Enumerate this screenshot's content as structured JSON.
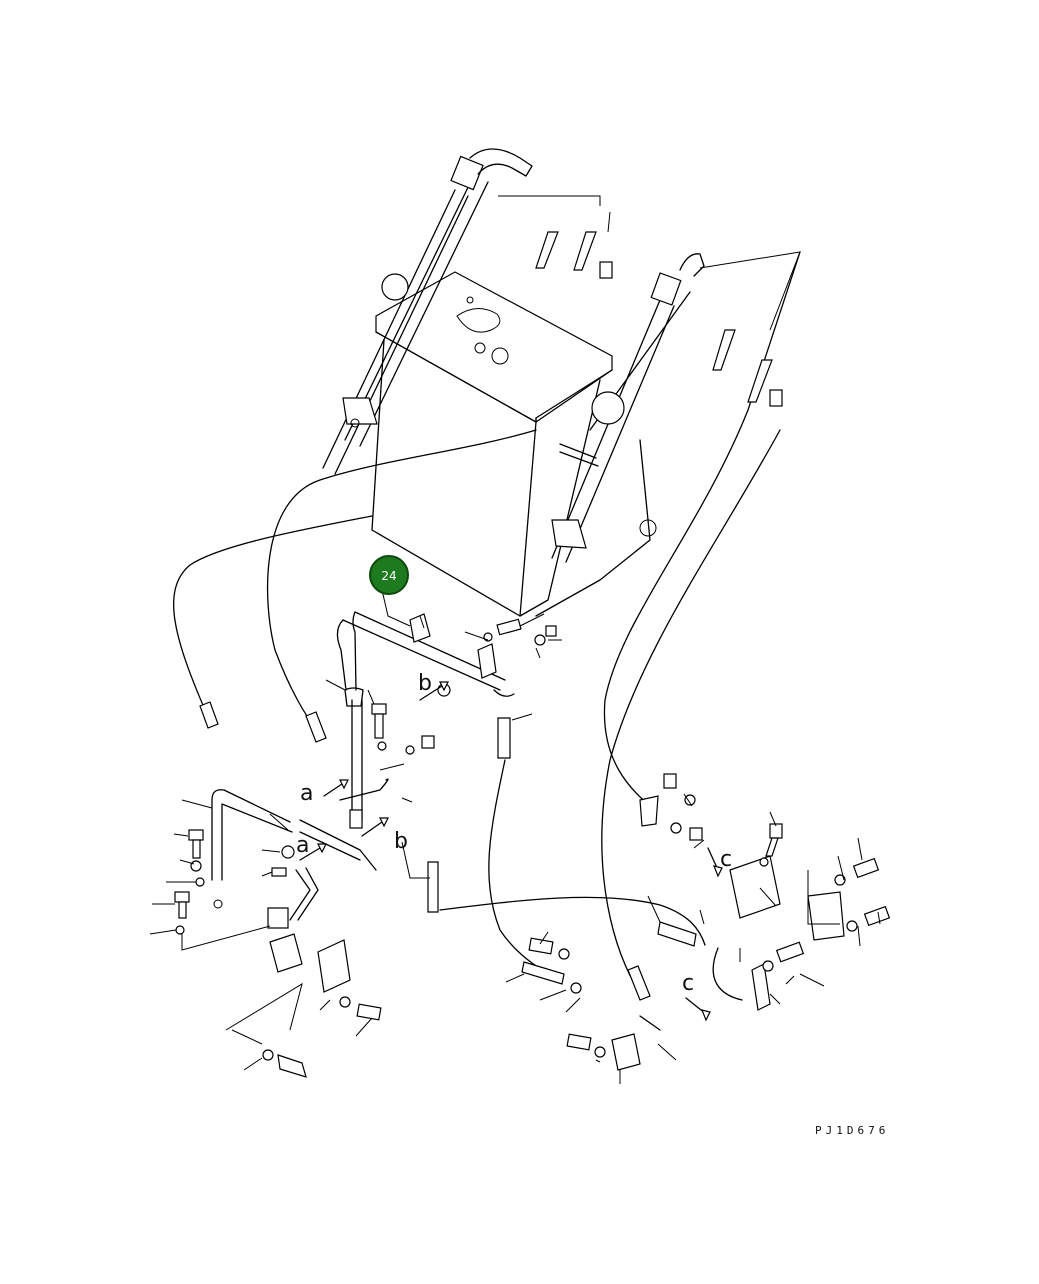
{
  "drawing_code": "PJ1D676",
  "callout": {
    "number": "24",
    "color": "#1e7a1e"
  },
  "letters": {
    "a": "a",
    "b": "b",
    "c": "c"
  }
}
